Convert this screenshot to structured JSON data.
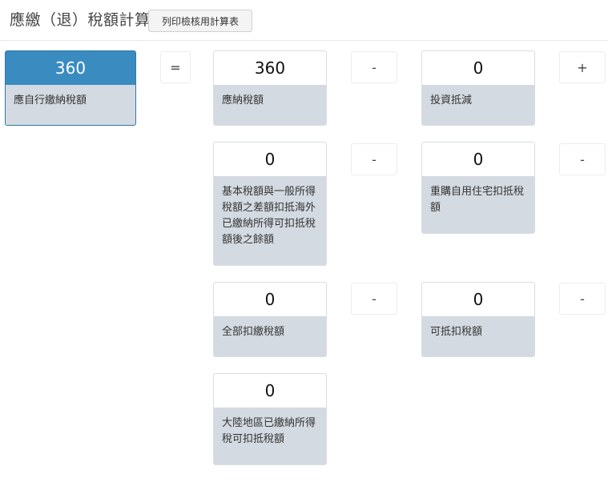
{
  "header": {
    "title": "應繳（退）稅額計算",
    "print_button": "列印檢核用計算表"
  },
  "result": {
    "value": "360",
    "label": "應自行繳納稅額"
  },
  "equals": "=",
  "cards": [
    {
      "id": "tax-payable",
      "value": "360",
      "label": "應納稅額"
    },
    {
      "id": "investment-credit",
      "value": "0",
      "label": "投資抵減"
    },
    {
      "id": "basic-tax-diff",
      "value": "0",
      "label": "基本稅額與一般所得稅額之差額扣抵海外已繳納所得可扣抵稅額後之餘額"
    },
    {
      "id": "home-repurchase",
      "value": "0",
      "label": "重購自用住宅扣抵稅額"
    },
    {
      "id": "withholding-tax",
      "value": "0",
      "label": "全部扣繳稅額"
    },
    {
      "id": "deductible-tax",
      "value": "0",
      "label": "可抵扣稅額"
    },
    {
      "id": "mainland-tax",
      "value": "0",
      "label": "大陸地區已繳納所得稅可扣抵稅額"
    }
  ],
  "operators": [
    "-",
    "+",
    "-",
    "-",
    "-",
    "-"
  ]
}
